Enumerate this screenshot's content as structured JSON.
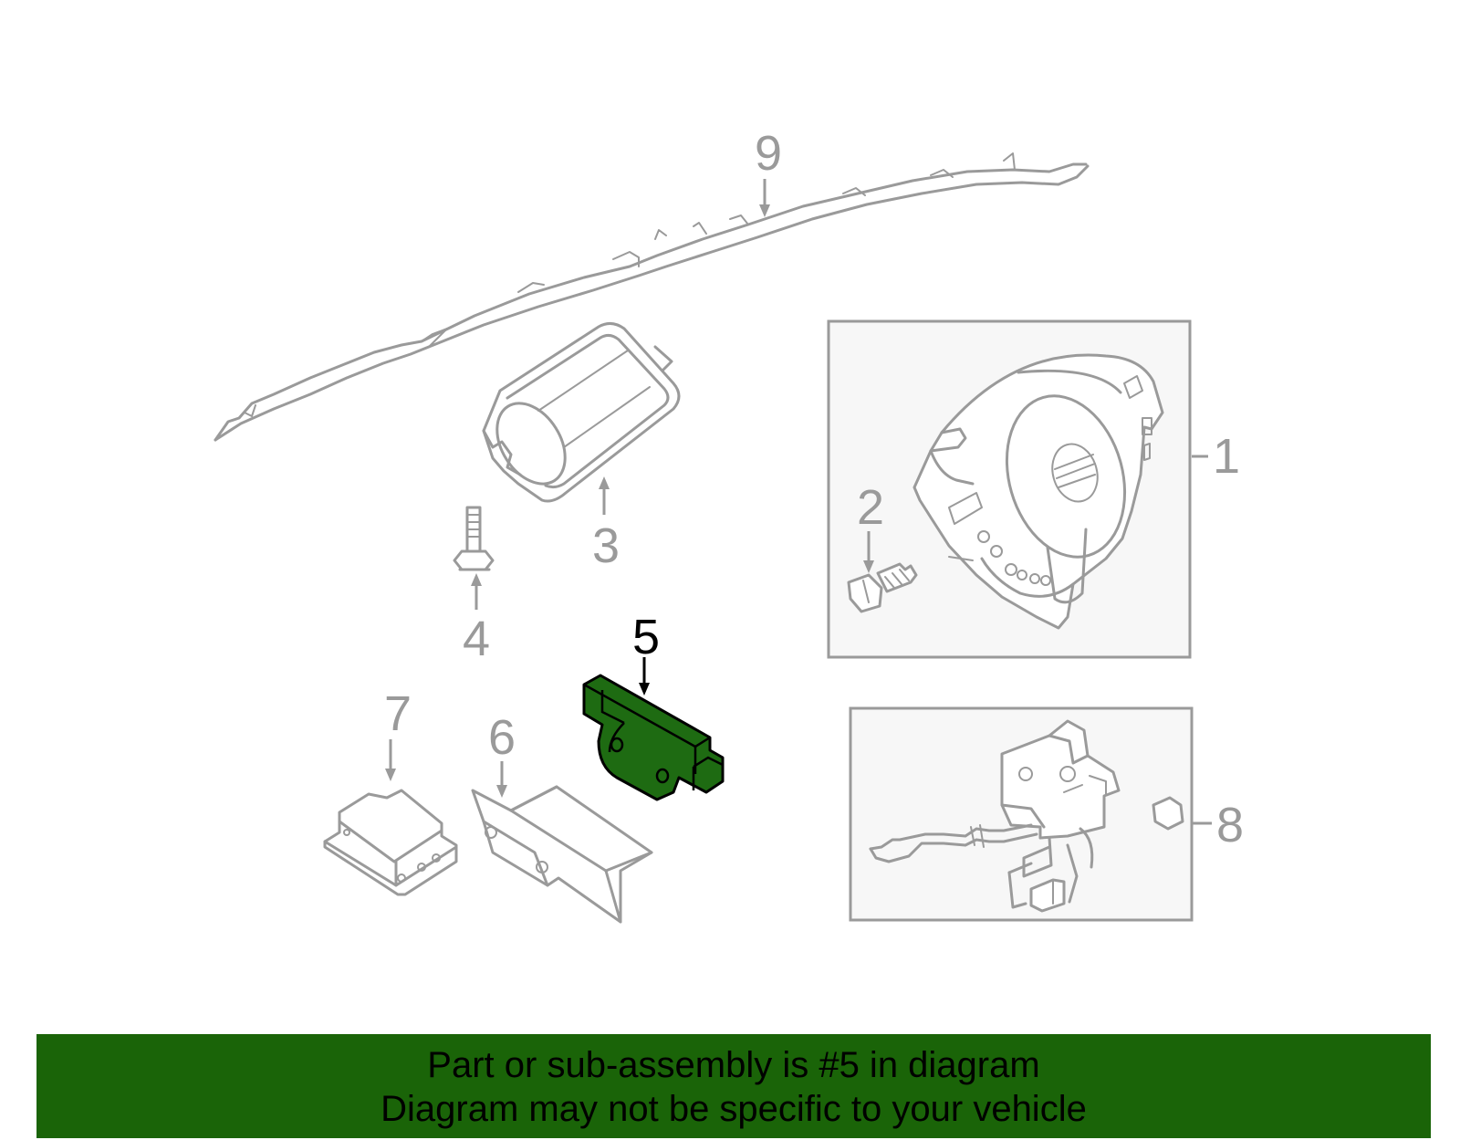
{
  "diagram": {
    "highlight_color": "#1e6b12",
    "line_color": "#9a9a9a",
    "highlighted_part": "5",
    "callouts": [
      {
        "id": "1",
        "label": "1"
      },
      {
        "id": "2",
        "label": "2"
      },
      {
        "id": "3",
        "label": "3"
      },
      {
        "id": "4",
        "label": "4"
      },
      {
        "id": "5",
        "label": "5"
      },
      {
        "id": "6",
        "label": "6"
      },
      {
        "id": "7",
        "label": "7"
      },
      {
        "id": "8",
        "label": "8"
      },
      {
        "id": "9",
        "label": "9"
      }
    ]
  },
  "banner": {
    "background": "#1a6408",
    "line1": "Part or sub-assembly is #5 in diagram",
    "line2": "Diagram may not be specific to your vehicle"
  }
}
